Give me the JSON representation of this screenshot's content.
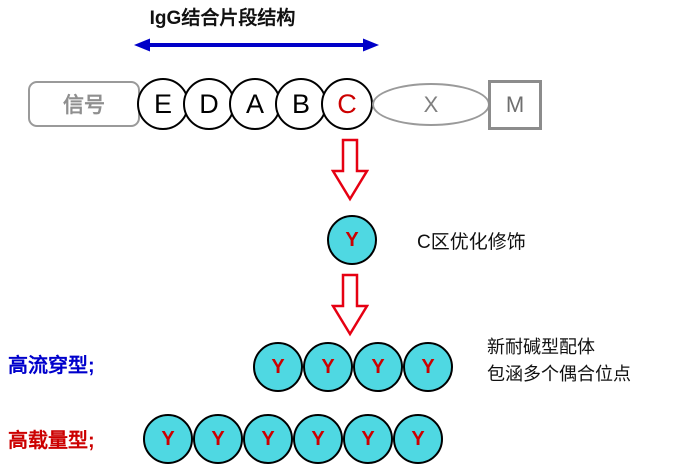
{
  "title": "IgG结合片段结构",
  "structure_row": {
    "signal_label": "信号",
    "domains": [
      {
        "label": "E"
      },
      {
        "label": "D"
      },
      {
        "label": "A"
      },
      {
        "label": "B"
      },
      {
        "label": "C"
      }
    ],
    "x_label": "X",
    "m_label": "M"
  },
  "ligand": {
    "symbol": "Y",
    "annotation": "C区优化修饰"
  },
  "rows": {
    "flow_through": {
      "label": "高流穿型;",
      "count": 4
    },
    "high_capacity": {
      "label": "高载量型;",
      "count": 6
    }
  },
  "note": {
    "line1": "新耐碱型配体",
    "line2": "包涵多个偶合位点"
  },
  "colors": {
    "span_arrow_blue": "#0000c8",
    "down_arrow_red": "#e60012",
    "ligand_fill_cyan": "#4fd8e2",
    "ligand_symbol_red": "#cc0000",
    "domain_c_red": "#cc0000",
    "gray_outline": "#9a9a9a",
    "flow_through_label_blue": "#0000cc",
    "high_capacity_label_red": "#cc0000"
  }
}
